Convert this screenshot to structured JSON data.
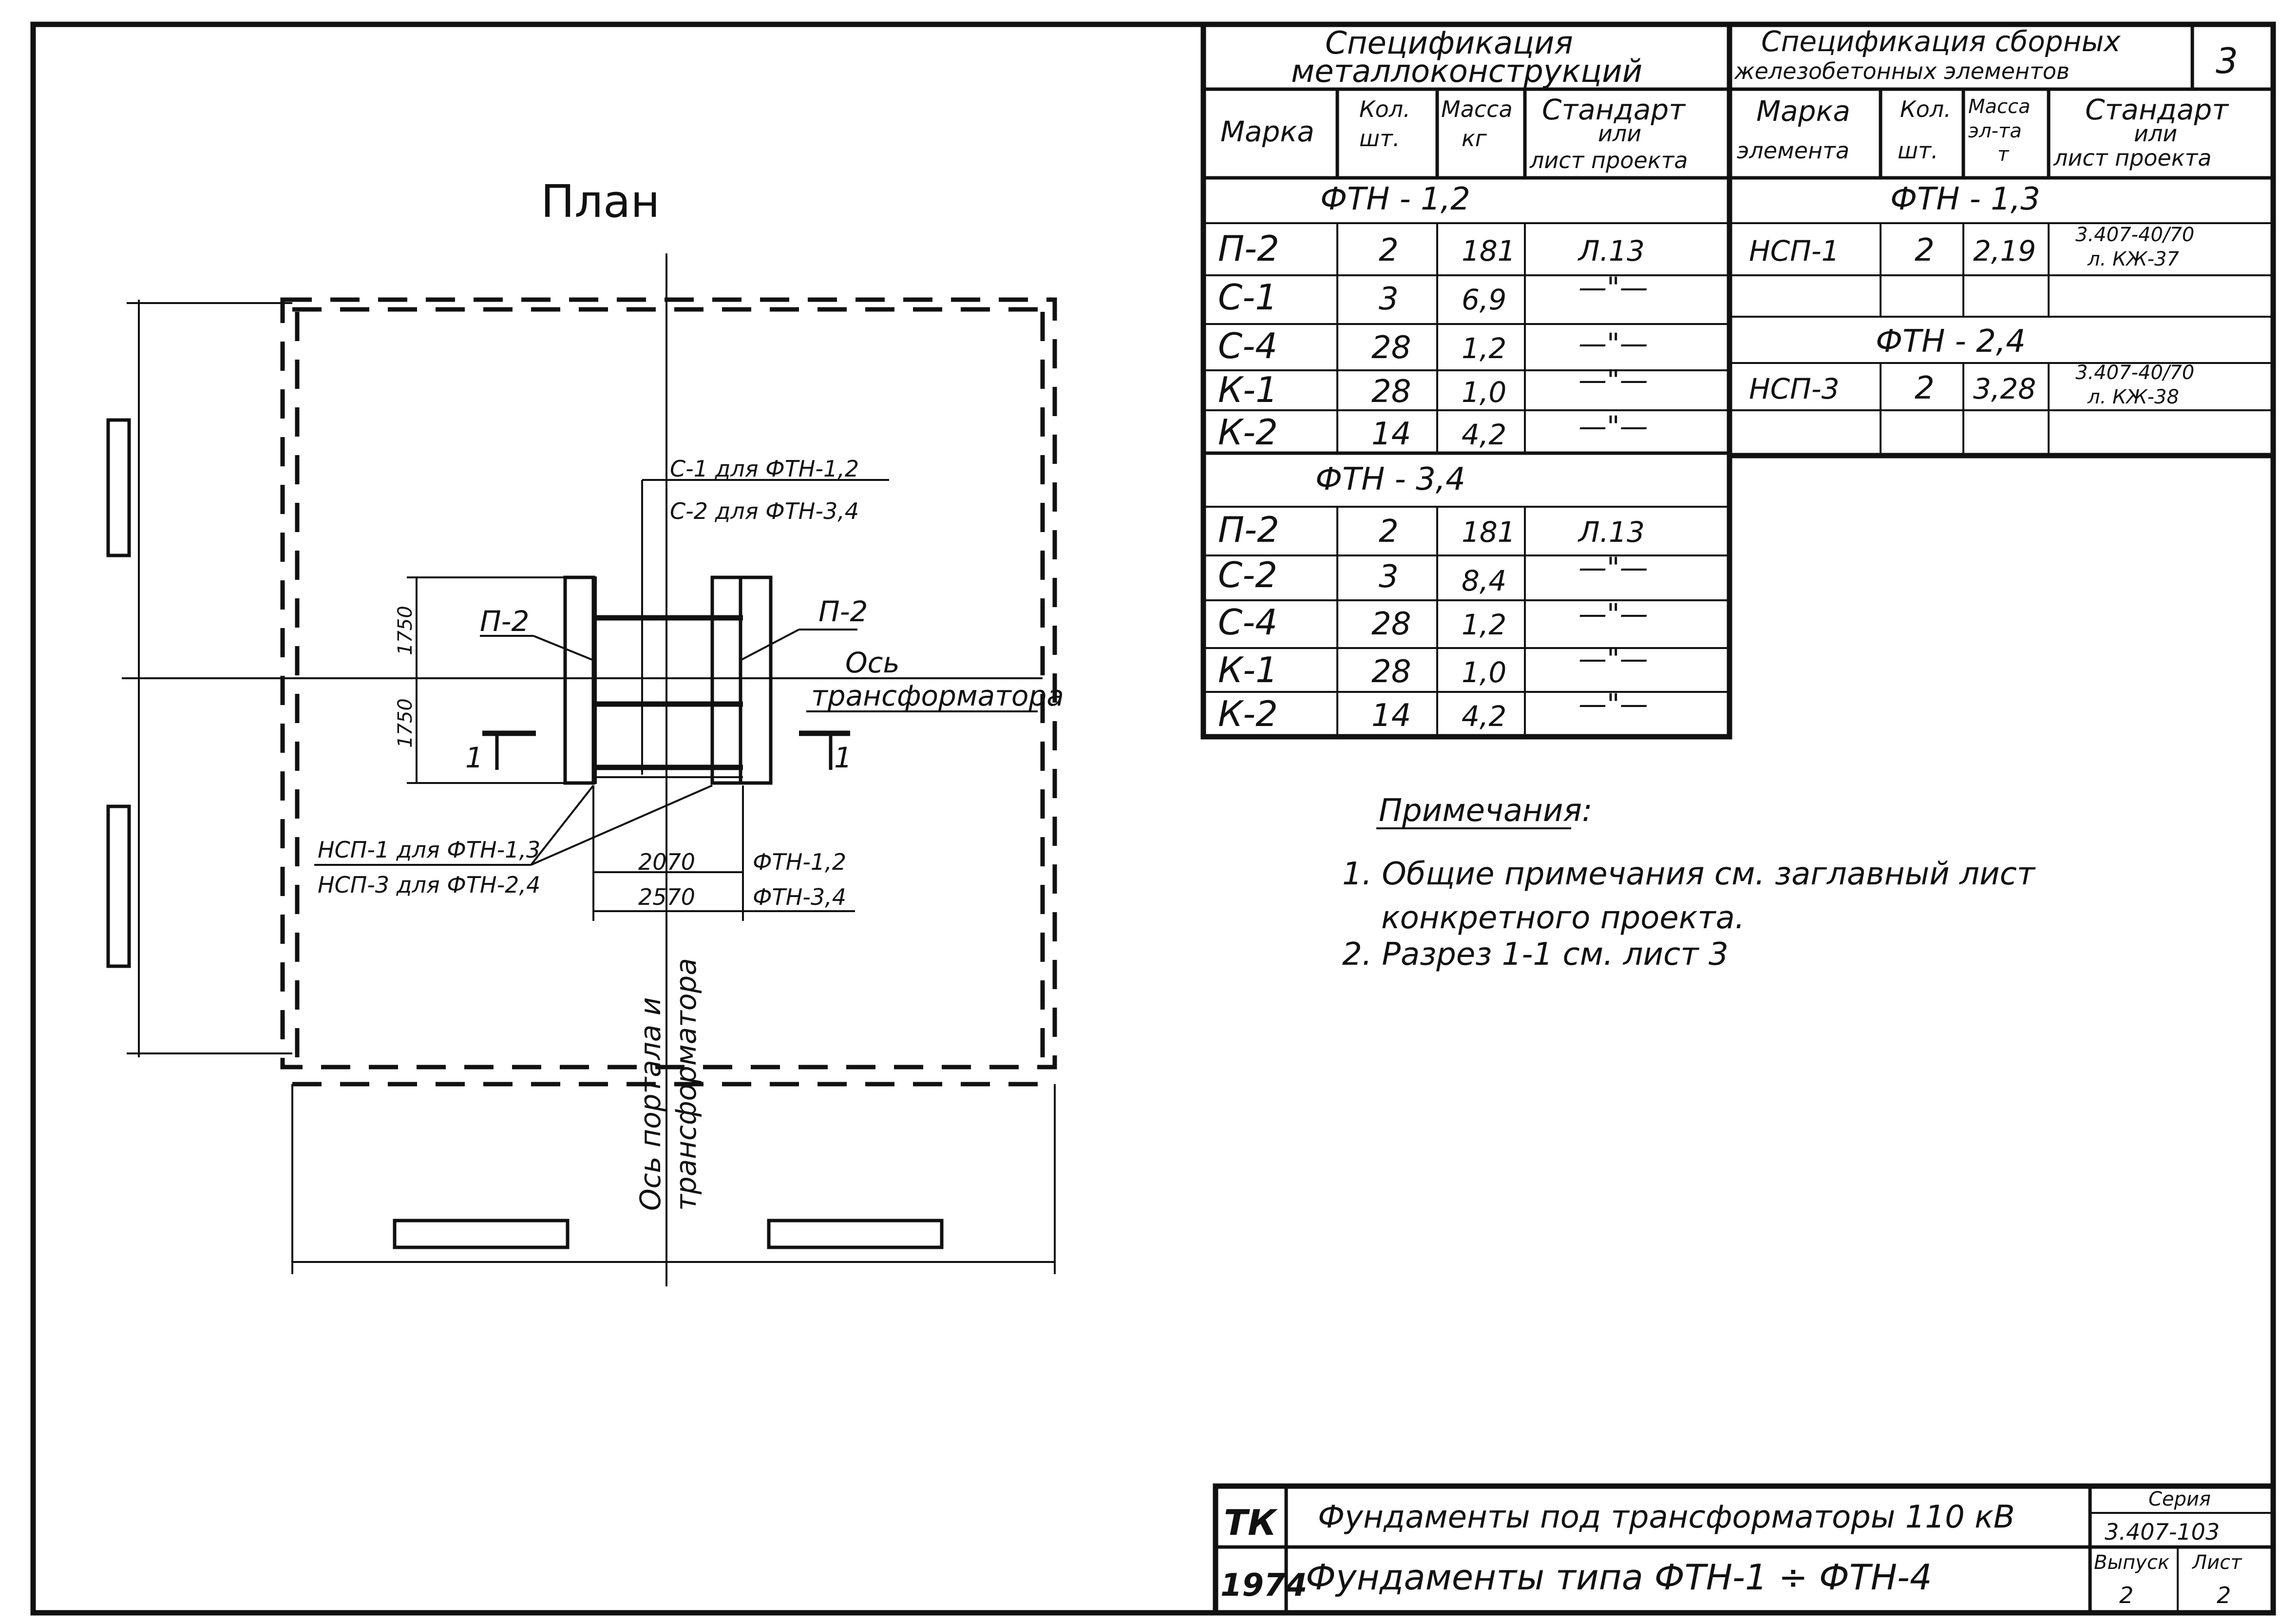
{
  "sheet_number": "3",
  "plan": {
    "title": "План",
    "callout_c": [
      "С-1 для ФТН-1,2",
      "С-2 для ФТН-3,4"
    ],
    "p2_left": "П-2",
    "p2_right": "П-2",
    "axis_transformer": [
      "Ось",
      "трансформатора"
    ],
    "dim_upper": "1750",
    "dim_lower": "1750",
    "section_left": "1",
    "section_right": "1",
    "nsp_callout": [
      "НСП-1 для ФТН-1,3",
      "НСП-3 для ФТН-2,4"
    ],
    "dim_2070": "2070",
    "dim_2570": "2570",
    "dim_ftn12": "ФТН-1,2",
    "dim_ftn34": "ФТН-3,4",
    "axis_portal": [
      "Ось портала и",
      "трансформатора"
    ]
  },
  "spec_metal": {
    "title": [
      "Спецификация",
      "металлоконструкций"
    ],
    "headers": {
      "mark": "Марка",
      "qty": [
        "Кол.",
        "шт."
      ],
      "mass": [
        "Масса",
        "кг"
      ],
      "std": [
        "Стандарт",
        "или",
        "лист проекта"
      ]
    },
    "groups": [
      {
        "name": "ФТН - 1,2",
        "rows": [
          {
            "mark": "П-2",
            "qty": "2",
            "mass": "181",
            "std": "Л.13"
          },
          {
            "mark": "С-1",
            "qty": "3",
            "mass": "6,9",
            "std": "—\"—"
          },
          {
            "mark": "С-4",
            "qty": "28",
            "mass": "1,2",
            "std": "—\"—"
          },
          {
            "mark": "К-1",
            "qty": "28",
            "mass": "1,0",
            "std": "—\"—"
          },
          {
            "mark": "К-2",
            "qty": "14",
            "mass": "4,2",
            "std": "—\"—"
          }
        ]
      },
      {
        "name": "ФТН - 3,4",
        "rows": [
          {
            "mark": "П-2",
            "qty": "2",
            "mass": "181",
            "std": "Л.13"
          },
          {
            "mark": "С-2",
            "qty": "3",
            "mass": "8,4",
            "std": "—\"—"
          },
          {
            "mark": "С-4",
            "qty": "28",
            "mass": "1,2",
            "std": "—\"—"
          },
          {
            "mark": "К-1",
            "qty": "28",
            "mass": "1,0",
            "std": "—\"—"
          },
          {
            "mark": "К-2",
            "qty": "14",
            "mass": "4,2",
            "std": "—\"—"
          }
        ]
      }
    ]
  },
  "spec_concrete": {
    "title": [
      "Спецификация сборных",
      "железобетонных элементов"
    ],
    "headers": {
      "mark": [
        "Марка",
        "элемента"
      ],
      "qty": [
        "Кол.",
        "шт."
      ],
      "mass": [
        "Масса",
        "эл-та",
        "т"
      ],
      "std": [
        "Стандарт",
        "или",
        "лист проекта"
      ]
    },
    "groups": [
      {
        "name": "ФТН - 1,3",
        "rows": [
          {
            "mark": "НСП-1",
            "qty": "2",
            "mass": "2,19",
            "std": [
              "3.407-40/70",
              "л. КЖ-37"
            ]
          }
        ]
      },
      {
        "name": "ФТН - 2,4",
        "rows": [
          {
            "mark": "НСП-3",
            "qty": "2",
            "mass": "3,28",
            "std": [
              "3.407-40/70",
              "л. КЖ-38"
            ]
          }
        ]
      }
    ]
  },
  "notes": {
    "title": "Примечания:",
    "items": [
      "1. Общие примечания см. заглавный лист",
      "конкретного проекта.",
      "2. Разрез 1-1 см. лист 3"
    ]
  },
  "title_block": {
    "org": "ТК",
    "year": "1974",
    "title1": "Фундаменты под трансформаторы 110 кВ",
    "title2": "Фундаменты типа ФТН-1 ÷ ФТН-4",
    "series_label": "Серия",
    "series_value": "3.407-103",
    "issue_label": "Выпуск",
    "issue_value": "2",
    "sheet_label": "Лист",
    "sheet_value": "2"
  }
}
